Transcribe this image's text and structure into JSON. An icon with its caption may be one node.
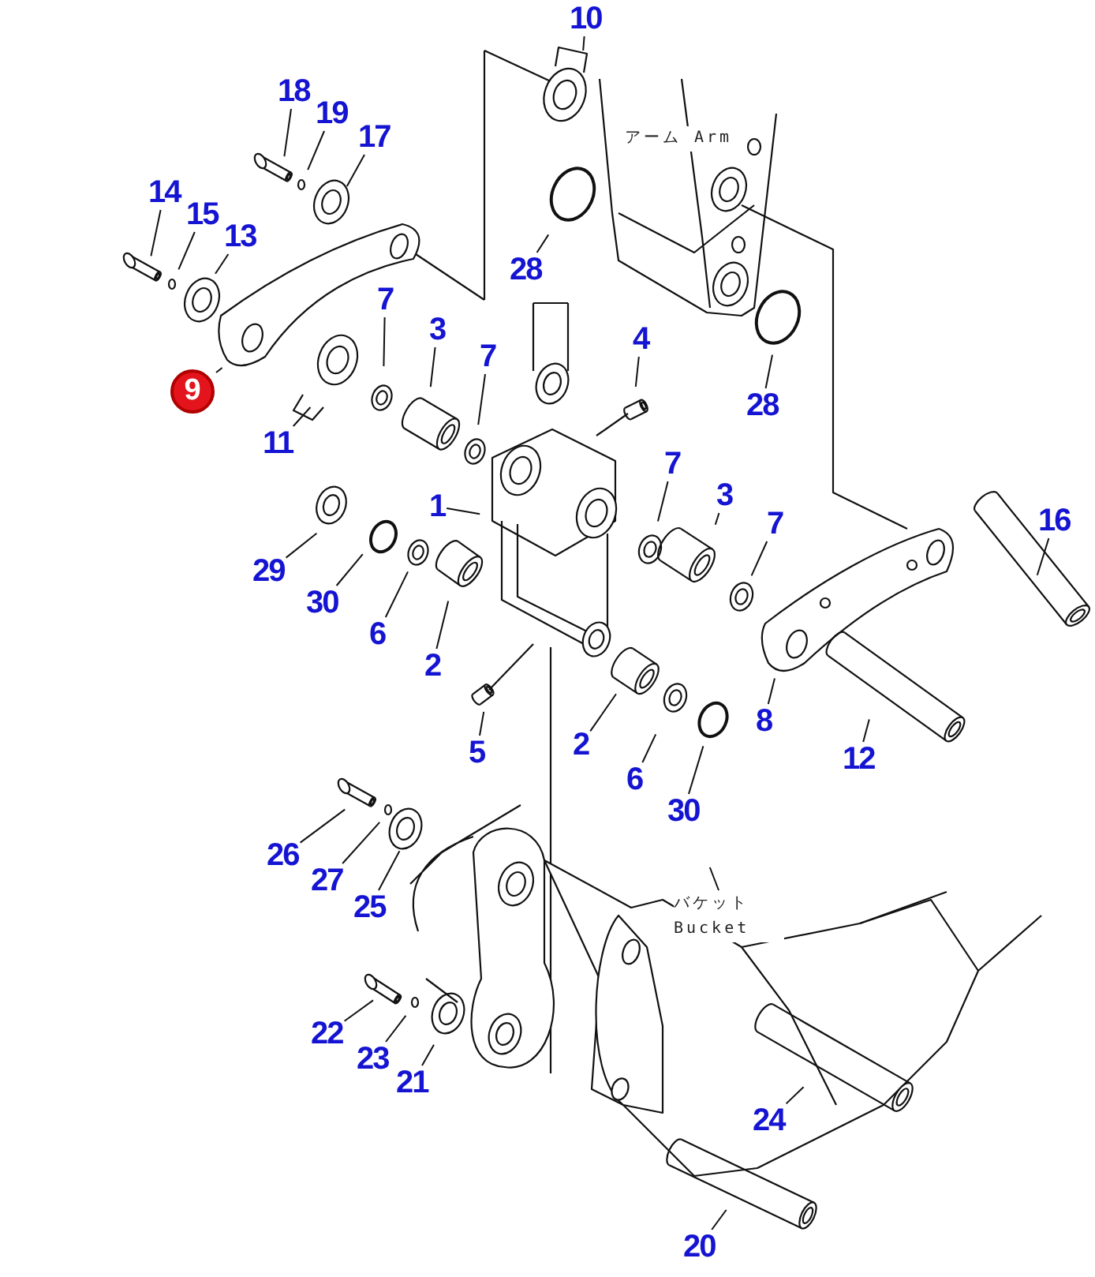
{
  "diagram": {
    "nodes": [
      {
        "text": [
          "10"
        ]
      },
      {
        "text": [
          "18"
        ]
      },
      {
        "text": [
          "19"
        ]
      },
      {
        "text": [
          "17"
        ]
      },
      {
        "text": [
          "14"
        ]
      },
      {
        "text": [
          "15"
        ]
      },
      {
        "text": [
          "13"
        ]
      },
      {
        "text": [
          "28"
        ]
      },
      {
        "text": [
          "7"
        ]
      },
      {
        "text": [
          "3"
        ]
      },
      {
        "text": [
          "4"
        ]
      },
      {
        "text": [
          "7"
        ]
      },
      {
        "text": [
          "9"
        ]
      },
      {
        "text": [
          "28"
        ]
      },
      {
        "text": [
          "11"
        ]
      },
      {
        "text": [
          "7"
        ]
      },
      {
        "text": [
          "3"
        ]
      },
      {
        "text": [
          "1"
        ]
      },
      {
        "text": [
          "16"
        ]
      },
      {
        "text": [
          "7"
        ]
      },
      {
        "text": [
          "29"
        ]
      },
      {
        "text": [
          "30"
        ]
      },
      {
        "text": [
          "6"
        ]
      },
      {
        "text": [
          "2"
        ]
      },
      {
        "text": [
          "8"
        ]
      },
      {
        "text": [
          "2"
        ]
      },
      {
        "text": [
          "5"
        ]
      },
      {
        "text": [
          "12"
        ]
      },
      {
        "text": [
          "6"
        ]
      },
      {
        "text": [
          "30"
        ]
      },
      {
        "text": [
          "26"
        ]
      },
      {
        "text": [
          "27"
        ]
      },
      {
        "text": [
          "25"
        ]
      },
      {
        "text": [
          "バケット Bucket"
        ]
      },
      {
        "text": [
          "22"
        ]
      },
      {
        "text": [
          "23"
        ]
      },
      {
        "text": [
          "21"
        ]
      },
      {
        "text": [
          "24"
        ]
      },
      {
        "text": [
          "20"
        ]
      }
    ],
    "edges": [
      {
        "from": 0,
        "to": null,
        "arrow": "none"
      },
      {
        "from": 1,
        "to": null,
        "arrow": "none"
      },
      {
        "from": 2,
        "to": null,
        "arrow": "none"
      },
      {
        "from": 3,
        "to": null,
        "arrow": "none"
      },
      {
        "from": 4,
        "to": null,
        "arrow": "none"
      },
      {
        "from": 5,
        "to": null,
        "arrow": "none"
      },
      {
        "from": 6,
        "to": null,
        "arrow": "none"
      },
      {
        "from": 7,
        "to": null,
        "arrow": "none"
      },
      {
        "from": 8,
        "to": null,
        "arrow": "none"
      },
      {
        "from": 9,
        "to": null,
        "arrow": "none"
      },
      {
        "from": 10,
        "to": null,
        "arrow": "none"
      },
      {
        "from": 11,
        "to": null,
        "arrow": "none"
      },
      {
        "from": 12,
        "to": null,
        "arrow": "none"
      },
      {
        "from": 13,
        "to": null,
        "arrow": "none"
      },
      {
        "from": 14,
        "to": null,
        "arrow": "none"
      },
      {
        "from": 15,
        "to": null,
        "arrow": "none"
      },
      {
        "from": 16,
        "to": null,
        "arrow": "none"
      },
      {
        "from": 17,
        "to": null,
        "arrow": "none"
      },
      {
        "from": 18,
        "to": null,
        "arrow": "none"
      },
      {
        "from": 19,
        "to": null,
        "arrow": "none"
      },
      {
        "from": 20,
        "to": null,
        "arrow": "none"
      },
      {
        "from": 21,
        "to": null,
        "arrow": "none"
      },
      {
        "from": 22,
        "to": null,
        "arrow": "none"
      },
      {
        "from": 23,
        "to": null,
        "arrow": "none"
      },
      {
        "from": 24,
        "to": null,
        "arrow": "none"
      },
      {
        "from": 25,
        "to": null,
        "arrow": "none"
      },
      {
        "from": 26,
        "to": null,
        "arrow": "none"
      },
      {
        "from": 27,
        "to": null,
        "arrow": "none"
      },
      {
        "from": 28,
        "to": null,
        "arrow": "none"
      },
      {
        "from": 29,
        "to": null,
        "arrow": "none"
      },
      {
        "from": 30,
        "to": null,
        "arrow": "none"
      },
      {
        "from": 31,
        "to": null,
        "arrow": "none"
      },
      {
        "from": 32,
        "to": null,
        "arrow": "none"
      },
      {
        "from": 33,
        "to": null,
        "arrow": "none"
      },
      {
        "from": 34,
        "to": null,
        "arrow": "none"
      },
      {
        "from": 35,
        "to": null,
        "arrow": "none"
      },
      {
        "from": 36,
        "to": null,
        "arrow": "none"
      },
      {
        "from": 37,
        "to": null,
        "arrow": "none"
      },
      {
        "from": 38,
        "to": null,
        "arrow": "none"
      }
    ],
    "labels": [
      "アーム Arm"
    ]
  }
}
